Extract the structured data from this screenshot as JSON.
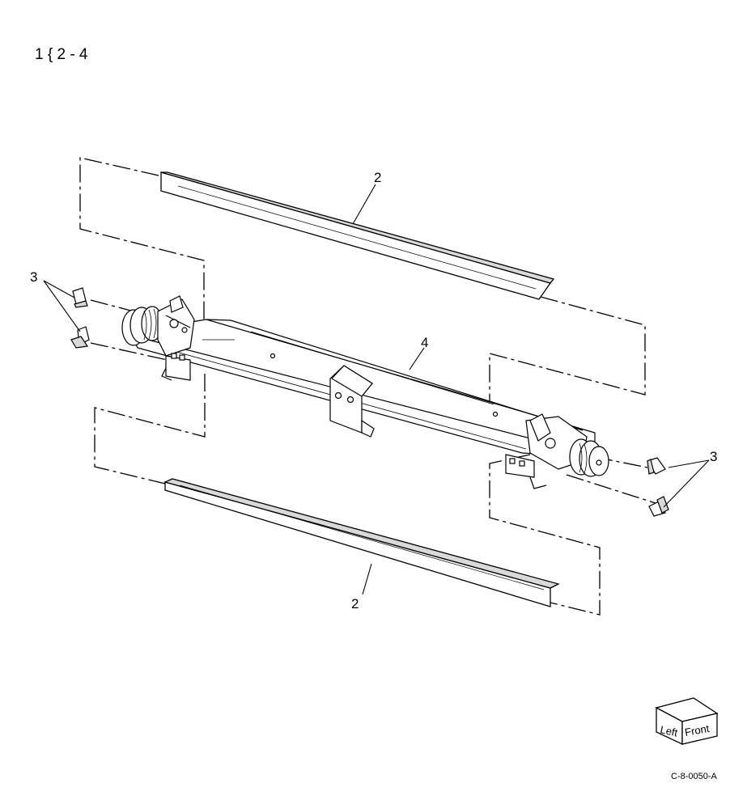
{
  "header": {
    "page_ref": "1 { 2 - 4"
  },
  "callouts": {
    "top_cover": "2",
    "bottom_cover": "2",
    "clips_left": "3",
    "clips_right": "3",
    "rail_assembly": "4"
  },
  "orientation_cube": {
    "left_face": "Left",
    "front_face": "Front"
  },
  "figure_code": "C-8-0050-A",
  "colors": {
    "line": "#000000",
    "fill": "#ffffff",
    "shade": "#d9d9d9"
  }
}
